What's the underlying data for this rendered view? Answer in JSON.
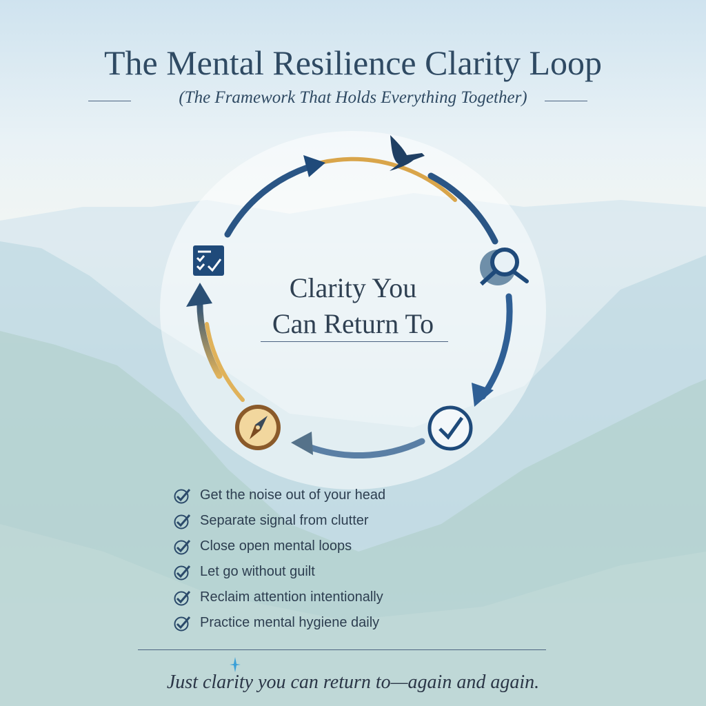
{
  "title": "The Mental Resilience Clarity Loop",
  "subtitle": "(The Framework That Holds Everything Together)",
  "center": {
    "line1": "Clarity You",
    "line2": "Can Return To"
  },
  "loop_icons": [
    "dove-icon",
    "magnifier-icon",
    "clock-check-icon",
    "compass-icon",
    "checklist-icon"
  ],
  "checklist": [
    "Get the noise out of your head",
    "Separate signal from clutter",
    "Close open mental loops",
    "Let go without guilt",
    "Reclaim attention intentionally",
    "Practice mental hygiene daily"
  ],
  "footer": "Just clarity you can return to—again and again.",
  "colors": {
    "navy": "#1f4a7a",
    "gold": "#d9a54a",
    "text": "#2f4a63"
  }
}
